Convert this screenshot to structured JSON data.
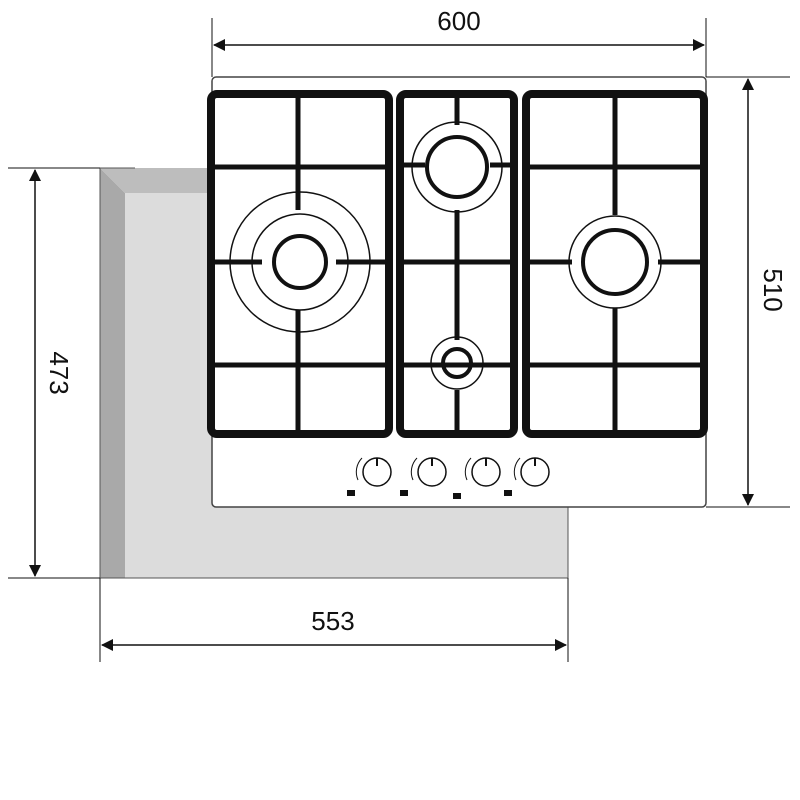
{
  "dimensions": {
    "top_width": "600",
    "right_depth": "510",
    "left_depth": "473",
    "bottom_width": "553"
  },
  "hob": {
    "burners": [
      {
        "name": "left-triple-ring-burner-icon"
      },
      {
        "name": "center-top-medium-burner-icon"
      },
      {
        "name": "center-bottom-small-burner-icon"
      },
      {
        "name": "right-large-burner-icon"
      }
    ],
    "knob_count": 4
  },
  "colors": {
    "line": "#111111",
    "cutout_fill": "#dcdcdc",
    "cutout_side": "#a9a9a9",
    "hob_panel": "#ffffff",
    "grate": "#111111"
  },
  "icons": [
    "arrow-icon",
    "knob-icon",
    "flame-symbol-icon"
  ]
}
